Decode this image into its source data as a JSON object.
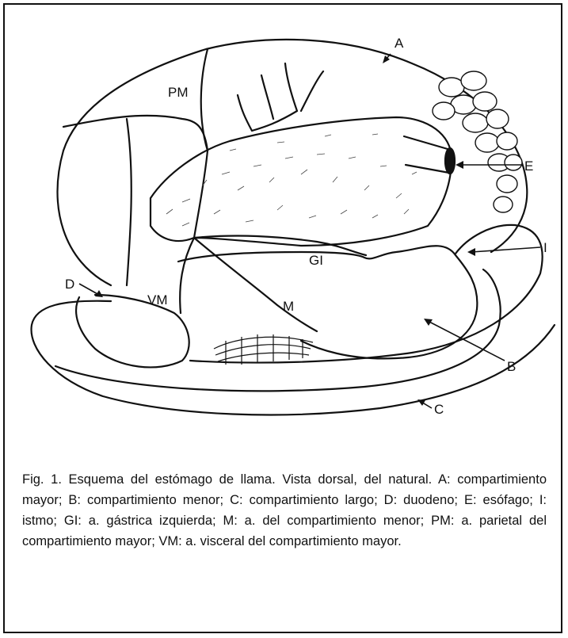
{
  "figure": {
    "labels": {
      "A": "A",
      "PM": "PM",
      "E": "E",
      "I": "I",
      "GI": "GI",
      "D": "D",
      "VM": "VM",
      "M": "M",
      "B": "B",
      "C": "C"
    }
  },
  "caption": {
    "text": "Fig. 1. Esquema del estómago de llama. Vista dorsal, del natural. A: compartimiento mayor; B: compartimiento menor; C: compartimiento largo; D: duodeno; E: esófago; I: istmo; GI: a. gástrica izquierda; M: a. del compartimiento menor; PM: a. parietal del compartimiento mayor; VM: a. visceral del compartimiento mayor."
  }
}
